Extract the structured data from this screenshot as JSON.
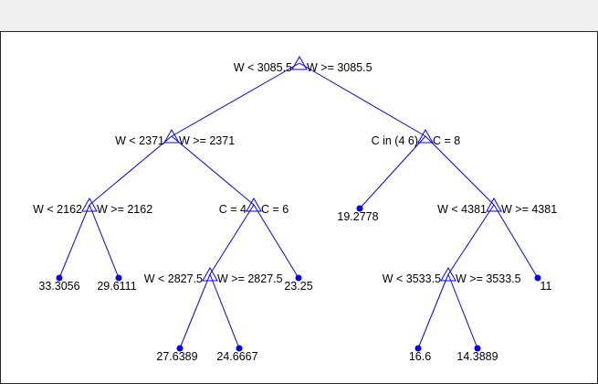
{
  "tree": {
    "colors": {
      "edge": "#0000ff",
      "node": "#0000ff",
      "leaf": "#0000ff",
      "text": "#000000",
      "frame": "#ffffff",
      "figure": "#f0f0f0"
    },
    "nodes": [
      {
        "id": "n1",
        "type": "split",
        "left_label": "W < 3085.5",
        "right_label": "W >= 3085.5",
        "children": [
          "n2",
          "n3"
        ]
      },
      {
        "id": "n2",
        "type": "split",
        "left_label": "W < 2371",
        "right_label": "W >= 2371",
        "children": [
          "n4",
          "n5"
        ]
      },
      {
        "id": "n3",
        "type": "split",
        "left_label": "C in (4 6)",
        "right_label": "C = 8",
        "children": [
          "l3",
          "n6"
        ]
      },
      {
        "id": "n4",
        "type": "split",
        "left_label": "W < 2162",
        "right_label": "W >= 2162",
        "children": [
          "l1",
          "l2"
        ]
      },
      {
        "id": "n5",
        "type": "split",
        "left_label": "C = 4",
        "right_label": "C = 6",
        "children": [
          "n7",
          "l4"
        ]
      },
      {
        "id": "n6",
        "type": "split",
        "left_label": "W < 4381",
        "right_label": "W >= 4381",
        "children": [
          "n8",
          "l5"
        ]
      },
      {
        "id": "n7",
        "type": "split",
        "left_label": "W < 2827.5",
        "right_label": "W >= 2827.5",
        "children": [
          "l6",
          "l7"
        ]
      },
      {
        "id": "n8",
        "type": "split",
        "left_label": "W < 3533.5",
        "right_label": "W >= 3533.5",
        "children": [
          "l8",
          "l9"
        ]
      },
      {
        "id": "l1",
        "type": "leaf",
        "value": "33.3056"
      },
      {
        "id": "l2",
        "type": "leaf",
        "value": "29.6111"
      },
      {
        "id": "l3",
        "type": "leaf",
        "value": "19.2778"
      },
      {
        "id": "l4",
        "type": "leaf",
        "value": "23.25"
      },
      {
        "id": "l5",
        "type": "leaf",
        "value": "11"
      },
      {
        "id": "l6",
        "type": "leaf",
        "value": "27.6389"
      },
      {
        "id": "l7",
        "type": "leaf",
        "value": "24.6667"
      },
      {
        "id": "l8",
        "type": "leaf",
        "value": "16.6"
      },
      {
        "id": "l9",
        "type": "leaf",
        "value": "14.3889"
      }
    ]
  }
}
